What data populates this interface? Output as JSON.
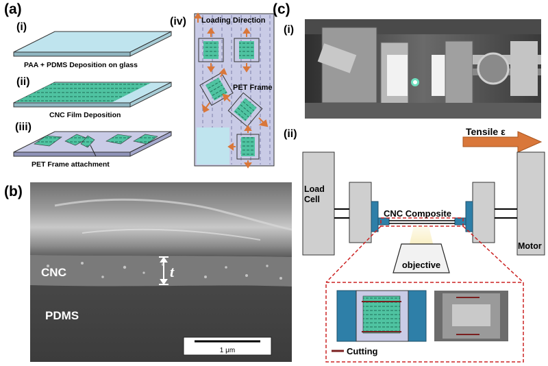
{
  "panel_a": {
    "label": "(a)",
    "steps": [
      {
        "label": "(i)",
        "caption": "PAA + PDMS Deposition on glass"
      },
      {
        "label": "(ii)",
        "caption": "CNC Film Deposition"
      },
      {
        "label": "(iii)",
        "caption": "PET Frame attachment"
      }
    ],
    "step_iv": {
      "label": "(iv)",
      "loading": "Loading Direction",
      "frame": "PET Frame"
    }
  },
  "panel_b": {
    "label": "(b)",
    "cnc": "CNC",
    "pdms": "PDMS",
    "thickness": "t",
    "scale_bar": "1 μm"
  },
  "panel_c": {
    "label": "(c)",
    "photo_label": "(i)",
    "schematic_label": "(ii)",
    "tensile": "Tensile ε",
    "load_cell": "Load\nCell",
    "motor": "Motor",
    "composite": "CNC Composite",
    "objective": "objective",
    "cutting": "Cutting"
  },
  "colors": {
    "accent_orange": "#d9773a",
    "cnc_green": "#4fc3a1",
    "slide_blue": "#bfe4ee",
    "frame_lavender": "#c9cbe6",
    "dash_red": "#cc2222",
    "gray_block": "#cfcfcf"
  }
}
